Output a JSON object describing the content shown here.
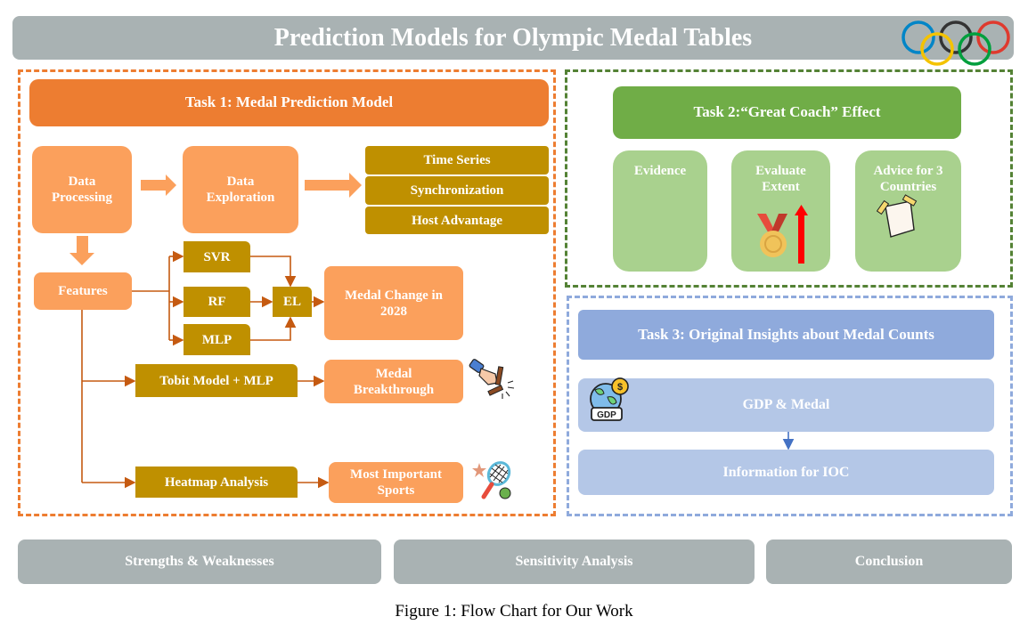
{
  "title": "Prediction Models for Olympic Medal Tables",
  "task1": {
    "header": "Task 1: Medal Prediction Model",
    "data_processing": "Data Processing",
    "data_exploration": "Data Exploration",
    "exploration_items": [
      "Time Series",
      "Synchronization",
      "Host Advantage"
    ],
    "features": "Features",
    "models": [
      "SVR",
      "RF",
      "MLP"
    ],
    "ensemble": "EL",
    "medal_change": "Medal Change in 2028",
    "tobit": "Tobit Model + MLP",
    "medal_breakthrough": "Medal Breakthrough",
    "heatmap": "Heatmap Analysis",
    "important_sports": "Most Important Sports"
  },
  "task2": {
    "header": "Task 2:“Great Coach” Effect",
    "cards": [
      "Evidence",
      "Evaluate Extent",
      "Advice for 3 Countries"
    ]
  },
  "task3": {
    "header": "Task 3: Original Insights about Medal Counts",
    "gdp": "GDP & Medal",
    "gdp_icon_label": "GDP",
    "ioc": "Information for IOC"
  },
  "bottom": [
    "Strengths & Weaknesses",
    "Sensitivity Analysis",
    "Conclusion"
  ],
  "caption": "Figure 1: Flow Chart for Our Work",
  "colors": {
    "task1": "#ed7d31",
    "task1_light": "#fba05c",
    "model": "#bf9000",
    "task2": "#70ad47",
    "task2_light": "#a9d18e",
    "task3": "#8faadc",
    "task3_light": "#b4c7e7",
    "neutral": "#a9b2b3",
    "connector": "#c55a11"
  },
  "icons": {
    "olympic_rings": "olympic-rings-icon",
    "breakthrough": "karate-chop-icon",
    "sports": "tennis-racket-icon",
    "extent": "medal-up-icon",
    "advice": "note-paper-icon",
    "gdp": "globe-dollar-icon"
  }
}
